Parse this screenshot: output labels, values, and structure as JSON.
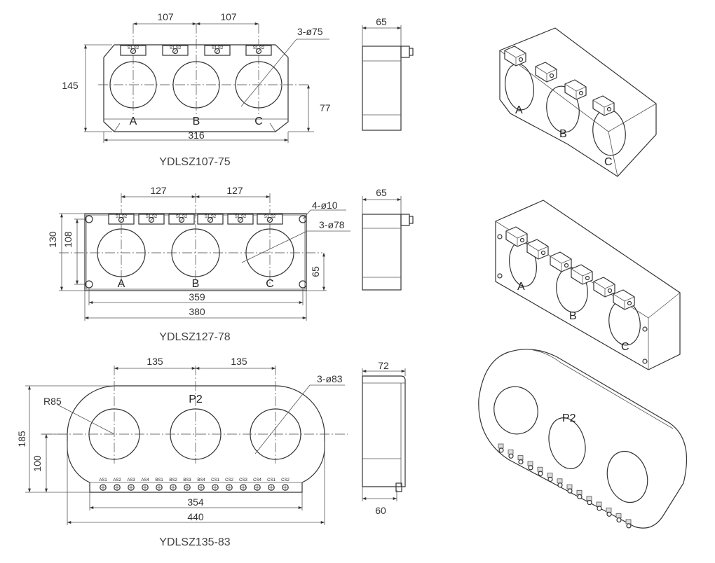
{
  "views": [
    {
      "model": "YDLSZ107-75",
      "dims": {
        "spacing_left": "107",
        "spacing_right": "107",
        "holes": "3-ø75",
        "height": "145",
        "center_height": "77",
        "width": "316",
        "depth": "65"
      },
      "terminal_tag": "S1 S2",
      "phases": [
        "A",
        "B",
        "C"
      ],
      "iso_phases": [
        "A",
        "B",
        "C"
      ]
    },
    {
      "model": "YDLSZ127-78",
      "dims": {
        "spacing_left": "127",
        "spacing_right": "127",
        "mount_holes": "4-ø10",
        "holes": "3-ø78",
        "height_outer": "130",
        "height_inner": "108",
        "center_height": "65",
        "hole_span": "359",
        "width": "380",
        "depth": "65"
      },
      "terminal_tag": "S1 S2",
      "phases": [
        "A",
        "B",
        "C"
      ],
      "iso_phases": [
        "A",
        "B",
        "C"
      ]
    },
    {
      "model": "YDLSZ135-83",
      "dims": {
        "spacing_left": "135",
        "spacing_right": "135",
        "holes": "3-ø83",
        "radius": "R85",
        "height": "185",
        "center_height": "100",
        "base_width": "354",
        "width": "440",
        "depth_top": "72",
        "depth_bottom": "60"
      },
      "label": "P2",
      "iso_label": "P2",
      "terminals": [
        "AS1",
        "AS2",
        "AS3",
        "AS4",
        "BS1",
        "BS2",
        "BS3",
        "BS4",
        "CS1",
        "CS2",
        "CS3",
        "CS4",
        "CS1",
        "CS2"
      ]
    }
  ]
}
